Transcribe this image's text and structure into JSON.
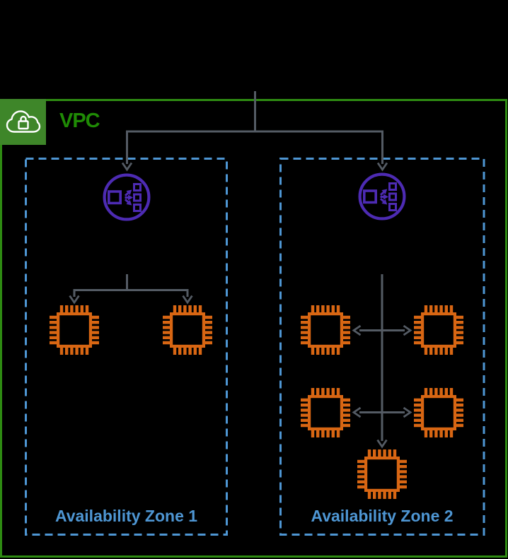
{
  "vpc": {
    "label": "VPC",
    "icon": "cloud-lock-icon",
    "border_color": "#2E8B12",
    "icon_background": "#3E8629",
    "label_color": "#1F8B05"
  },
  "zones": [
    {
      "label": "Availability Zone 1",
      "load_balancers": 1,
      "instances": 2,
      "flow": "load balancer fans out to two instances"
    },
    {
      "label": "Availability Zone 2",
      "load_balancers": 1,
      "instances": 5,
      "flow": "load balancer line passes two instance pairs and ends at a fifth instance"
    }
  ],
  "colors": {
    "background": "#000000",
    "vpc_green": "#2E8B12",
    "az_blue": "#4E96D3",
    "instance_orange": "#D86613",
    "load_balancer_purple": "#4D2BB3",
    "connector_gray": "#545B64"
  },
  "icons": {
    "vpc": "cloud-lock-icon",
    "load_balancer": "elastic-load-balancing-icon",
    "instance": "ec2-instance-chip-icon"
  }
}
